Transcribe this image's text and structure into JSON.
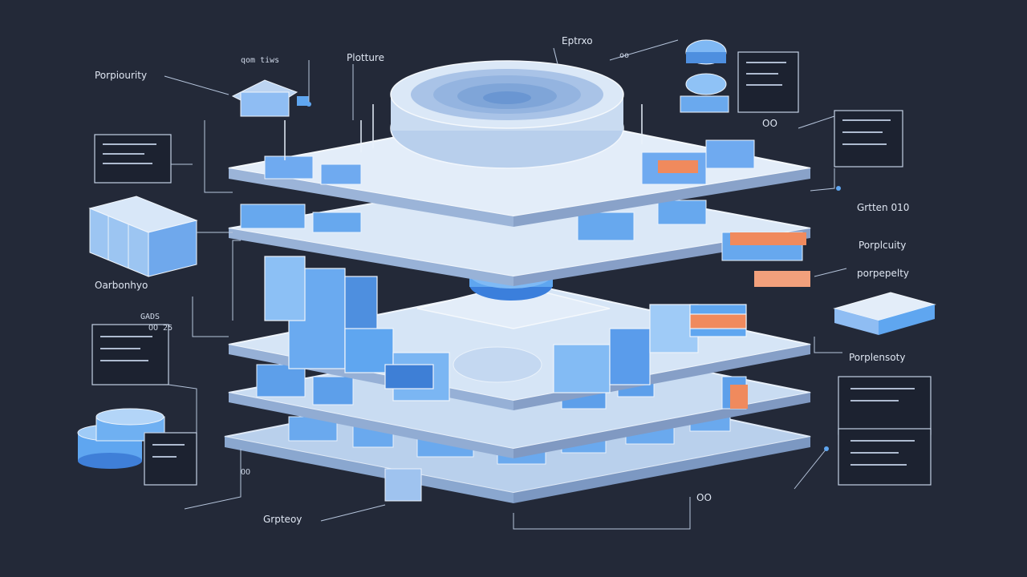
{
  "labels": {
    "top_center_1": "Plotture",
    "top_center_2": "Eptrxo",
    "top_center_3": "oo",
    "top_left": "Porpiourity",
    "top_left_small": "qom tiws",
    "mid_left": "Oarbonhyo",
    "mid_left_small_1": "GADS",
    "mid_left_small_2": "OO 25",
    "right_1": "Grtten 010",
    "right_2": "Porplcuity",
    "right_3": "porpepelty",
    "right_4": "Porplensoty",
    "bottom_center": "OO",
    "bottom_left": "Grpteoy",
    "bottom_left_small": "OO",
    "misc_oo": "OO"
  },
  "colors": {
    "background": "#232938",
    "platform": "#d9e7f7",
    "platform_edge": "#9fb9dc",
    "accent_blue": "#5fa6f0",
    "deep_blue": "#2f6fd1",
    "orange": "#f08a5d",
    "panel_bg": "#1c2230",
    "line": "#b7c6dd"
  }
}
